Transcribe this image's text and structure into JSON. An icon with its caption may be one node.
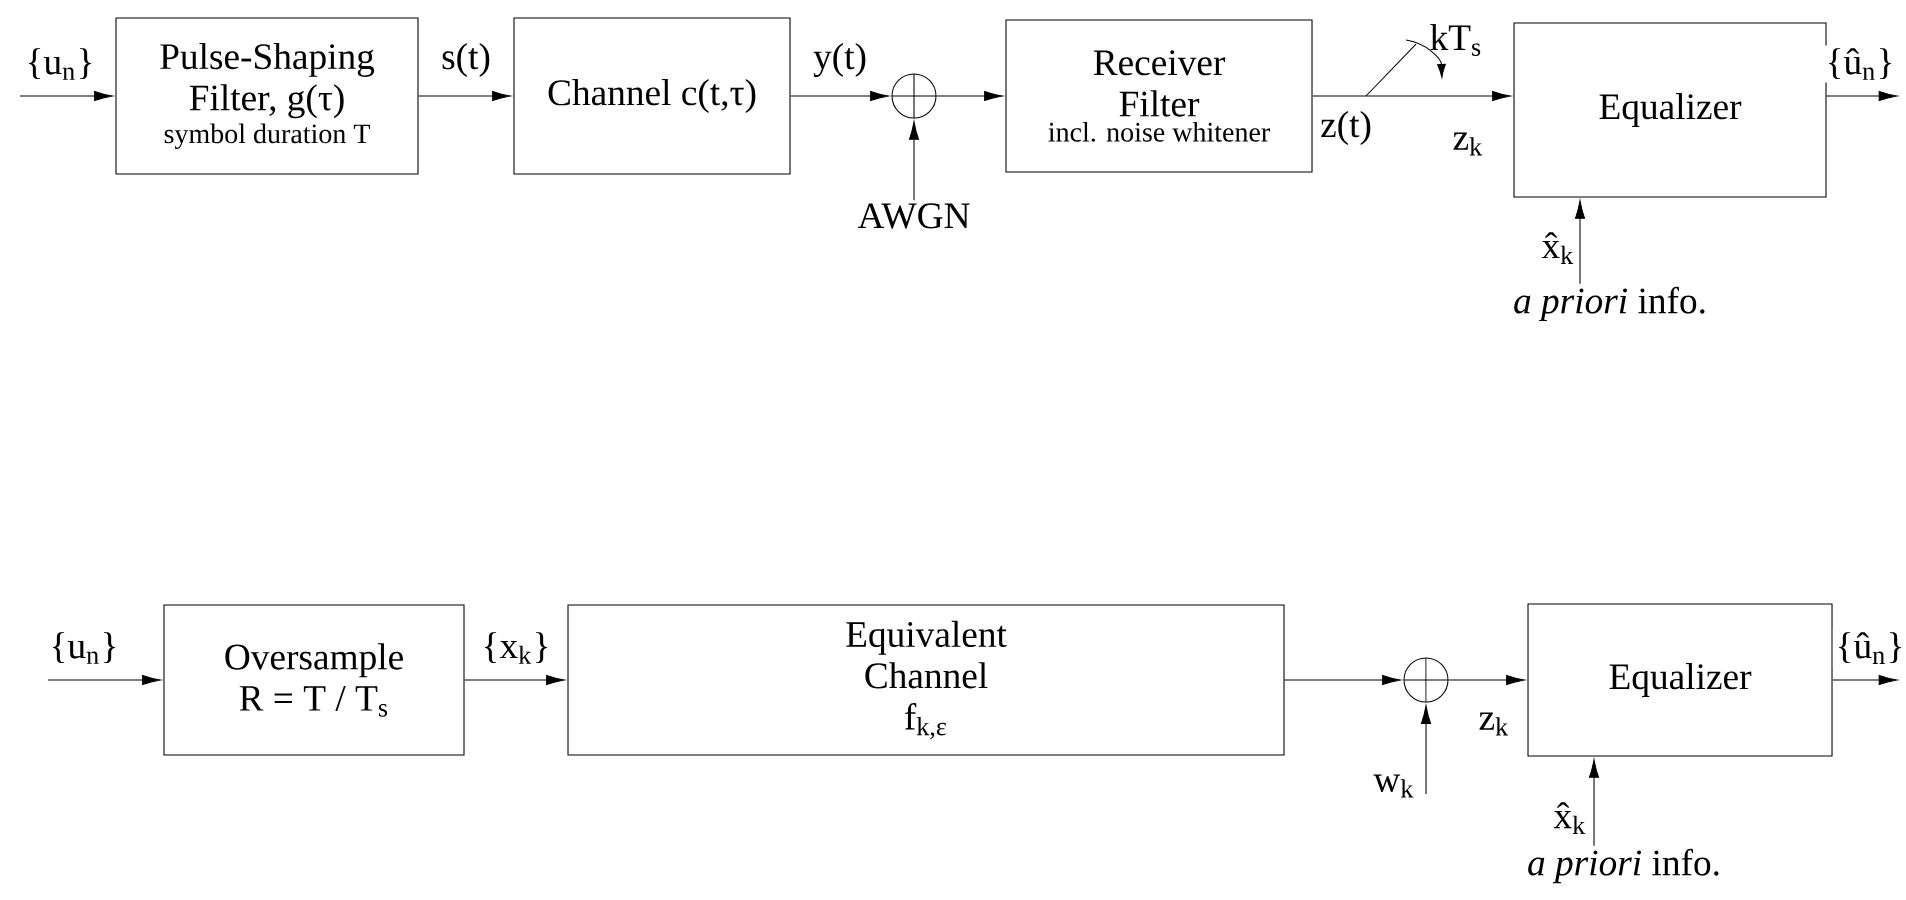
{
  "diagram": {
    "nodes": [
      {
        "text": [
          "Pulse-Shaping Filter, g(τ)",
          "symbol duration T"
        ]
      },
      {
        "text": [
          "Channel c(t,τ)"
        ]
      },
      {
        "text": [],
        "shape": "circle"
      },
      {
        "text": [
          "Receiver Filter",
          "incl. noise whitener"
        ]
      },
      {
        "text": [
          "Equalizer"
        ]
      },
      {
        "text": [
          "AWGN"
        ]
      },
      {
        "text": [
          "Oversample R = T / T$_{s}$"
        ]
      },
      {
        "text": [
          "Equivalent Channel f$_{k,ε}$"
        ]
      },
      {
        "text": [],
        "shape": "circle"
      },
      {
        "text": [
          "Equalizer"
        ]
      },
      {
        "text": [
          "*a priori* info."
        ],
        "beside": [
          "x̂$_{k}$"
        ]
      },
      {
        "text": [
          "*a priori* info."
        ],
        "beside": [
          "x̂$_{k}$"
        ]
      }
    ],
    "edges": [
      {
        "from": null,
        "to": 0,
        "arrow": "to",
        "label": "{u$_{n}$}"
      },
      {
        "from": 0,
        "to": 1,
        "arrow": "to",
        "label": "s(t)"
      },
      {
        "from": 1,
        "to": 2,
        "arrow": "to",
        "label": "y(t)"
      },
      {
        "from": 5,
        "to": 2,
        "arrow": "to"
      },
      {
        "from": 2,
        "to": 3,
        "arrow": "to"
      },
      {
        "from": 3,
        "to": 4,
        "arrow": "to"
      },
      {
        "from": 4,
        "to": null,
        "arrow": "to",
        "label": "{û$_{n}$}"
      },
      {
        "from": 10,
        "to": 4,
        "arrow": "to"
      },
      {
        "from": null,
        "to": 6,
        "arrow": "to",
        "label": "{u$_{n}$}"
      },
      {
        "from": 6,
        "to": 7,
        "arrow": "to",
        "label": "{x$_{k}$}"
      },
      {
        "from": 7,
        "to": 8,
        "arrow": "to"
      },
      {
        "from": null,
        "to": 8,
        "arrow": "to",
        "label": "w$_{k}$"
      },
      {
        "from": 8,
        "to": 9,
        "arrow": "to",
        "label": "z$_{k}$"
      },
      {
        "from": 9,
        "to": null,
        "arrow": "to",
        "label": "{û$_{n}$}"
      },
      {
        "from": 11,
        "to": 9,
        "arrow": "to"
      }
    ],
    "labels": [
      "z(t)",
      "kT$_{s}$",
      "z$_{k}$"
    ]
  }
}
